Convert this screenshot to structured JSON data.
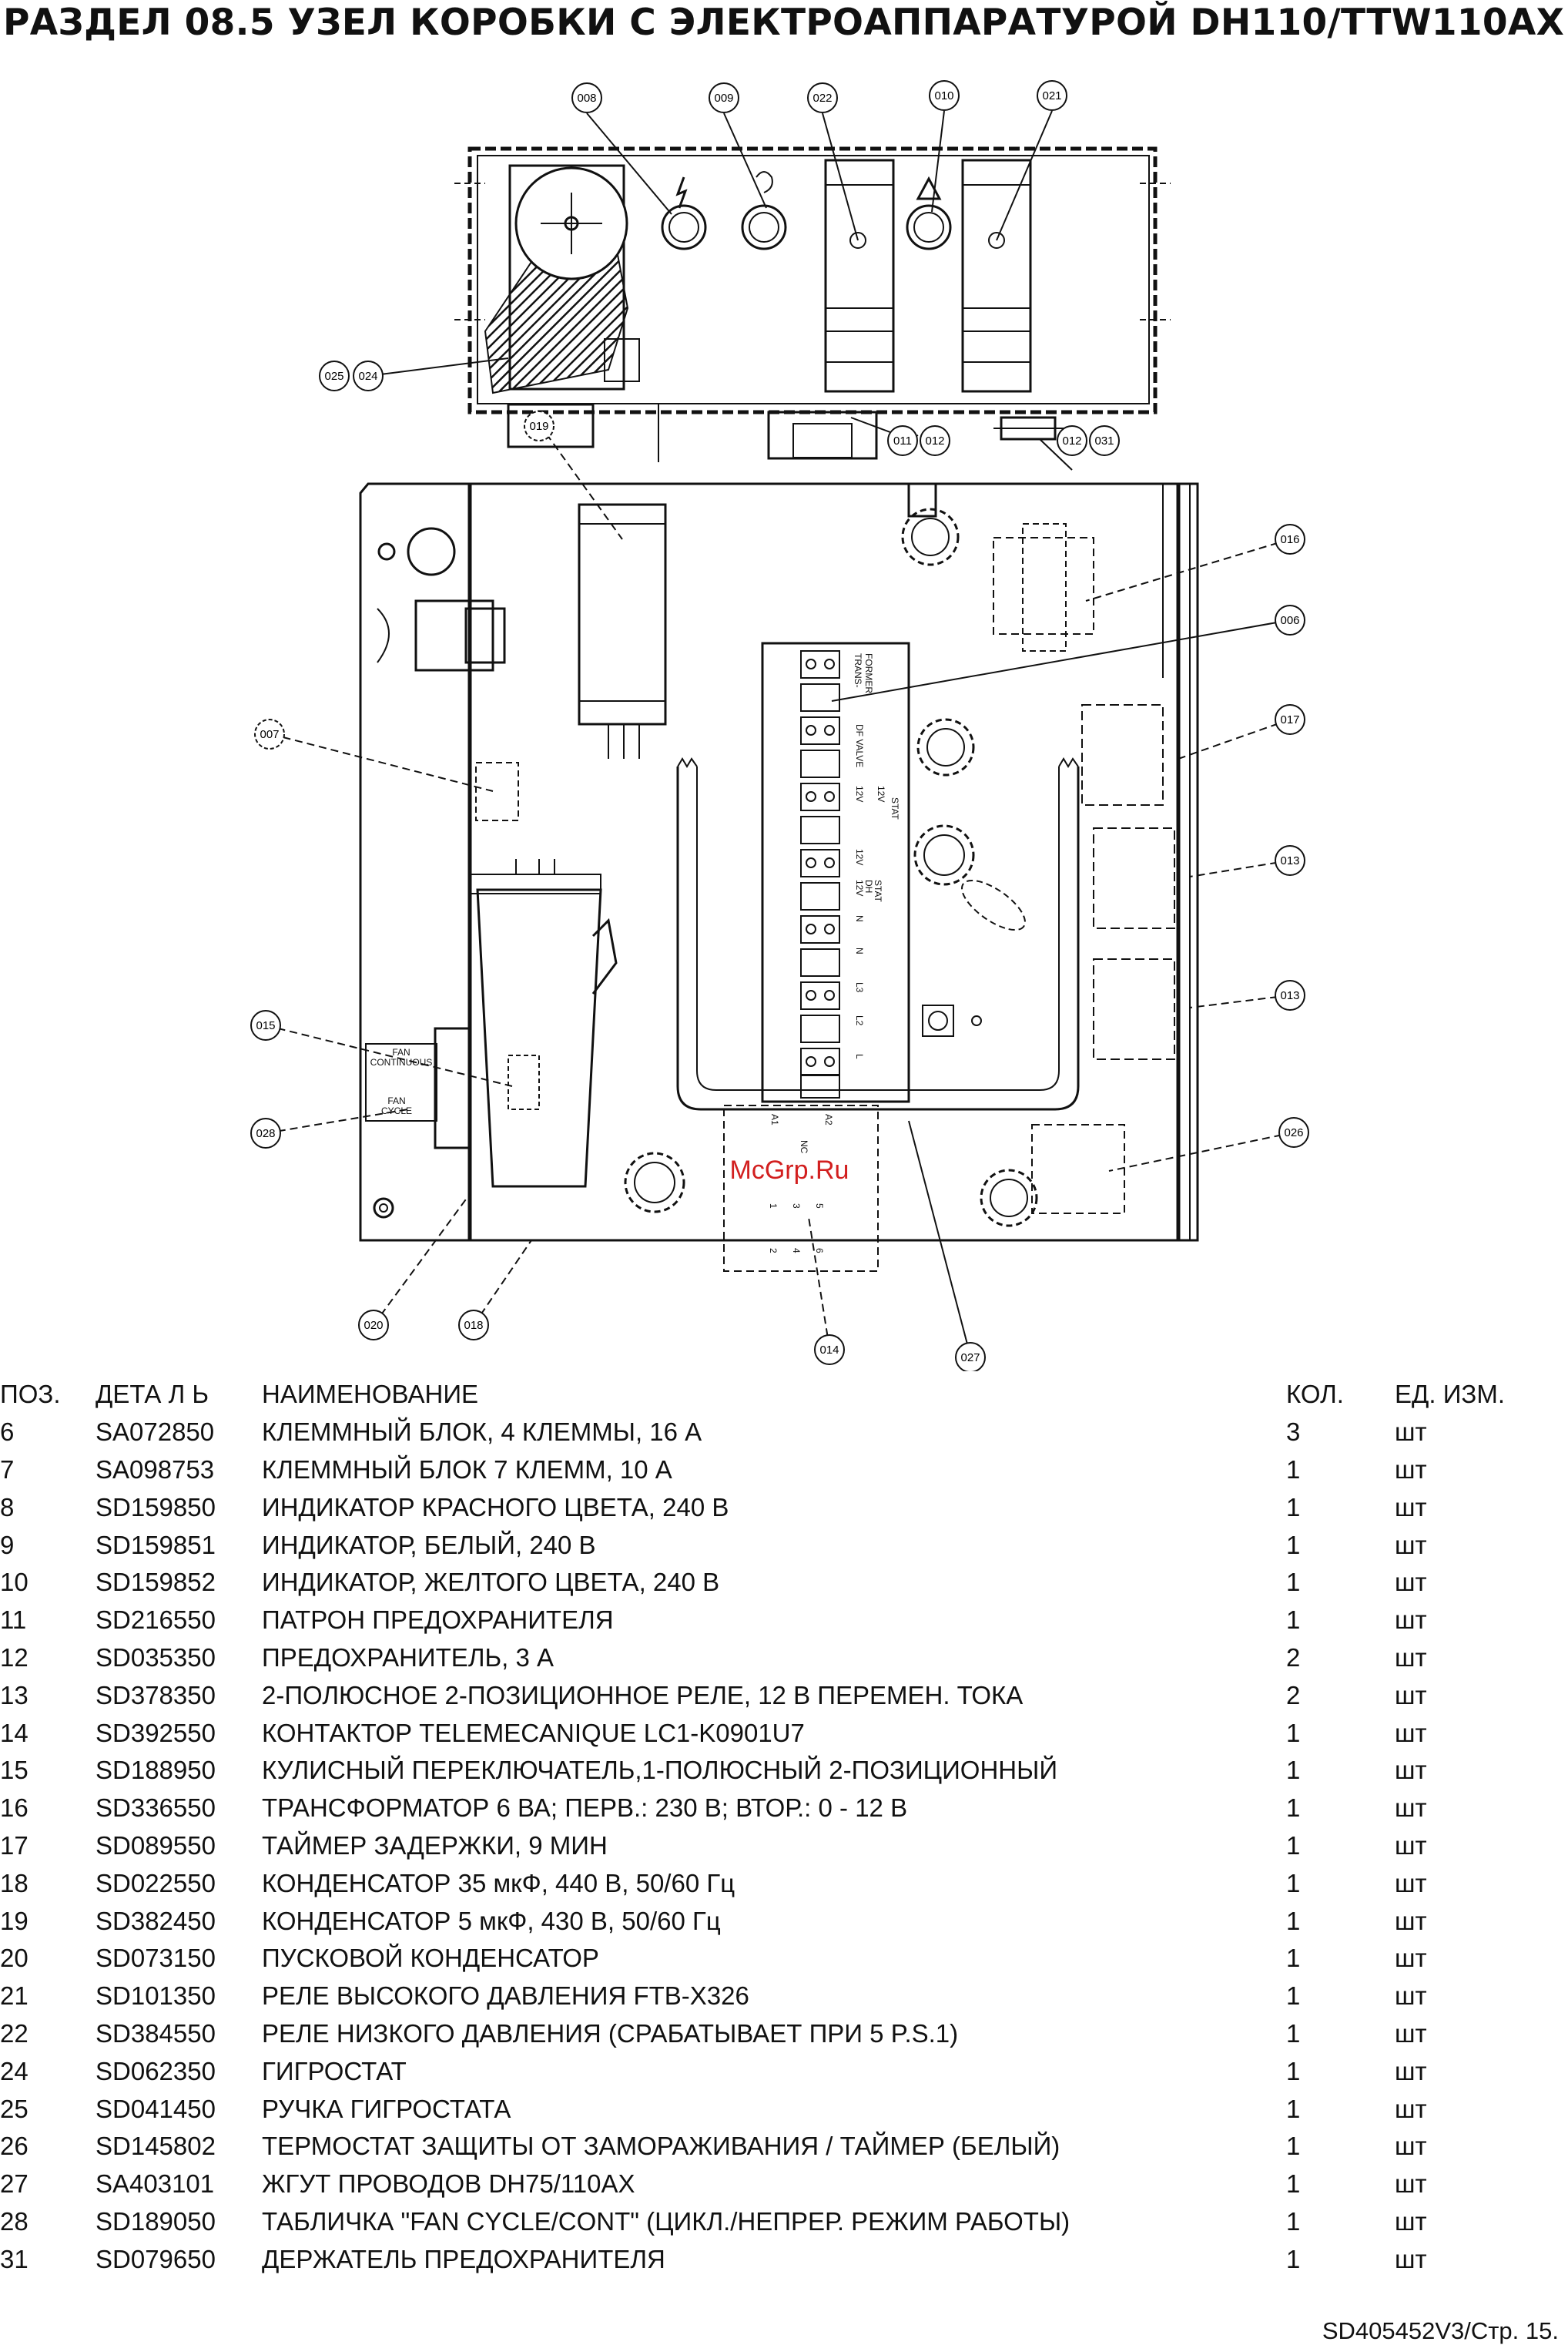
{
  "document": {
    "title": "РАЗДЕЛ 08.5 УЗЕЛ КОРОБКИ С ЭЛЕКТРОАППАРАТУРОЙ DH110/TTW110AX",
    "footer": "SD405452V3/Стр. 15."
  },
  "diagram": {
    "callouts": [
      "008",
      "009",
      "022",
      "010",
      "021",
      "025",
      "024",
      "019",
      "011",
      "012",
      "012",
      "031",
      "016",
      "006",
      "007",
      "017",
      "013",
      "013",
      "015",
      "028",
      "026",
      "020",
      "018",
      "014",
      "027"
    ],
    "terminal_labels": [
      "TRANS-",
      "FORMER",
      "DF VALVE",
      "12V",
      "12V",
      "STAT",
      "12V",
      "12V",
      "DH",
      "STAT",
      "N",
      "N",
      "L3",
      "L2",
      "L"
    ],
    "switch_labels": [
      "FAN",
      "CONTINUOUS",
      "FAN",
      "CYCLE"
    ],
    "contactor_labels": [
      "A1",
      "A2",
      "NC",
      "1",
      "3",
      "5",
      "2",
      "4",
      "6"
    ],
    "watermark": "McGrp.Ru"
  },
  "table": {
    "headers": [
      "ПОЗ.",
      "ДЕТА Л Ь",
      "НАИМЕНОВАНИЕ",
      "КОЛ.",
      "ЕД. ИЗМ."
    ],
    "rows": [
      {
        "pos": "6",
        "part": "SA072850",
        "name": "КЛЕММНЫЙ БЛОК, 4 КЛЕММЫ, 16 А",
        "qty": "3",
        "unit": "шт"
      },
      {
        "pos": "7",
        "part": "SA098753",
        "name": "КЛЕММНЫЙ БЛОК 7 КЛЕММ, 10 А",
        "qty": "1",
        "unit": "шт"
      },
      {
        "pos": "8",
        "part": "SD159850",
        "name": "ИНДИКАТОР КРАСНОГО ЦВЕТА, 240 В",
        "qty": "1",
        "unit": "шт"
      },
      {
        "pos": "9",
        "part": "SD159851",
        "name": "ИНДИКАТОР, БЕЛЫЙ, 240 В",
        "qty": "1",
        "unit": "шт"
      },
      {
        "pos": "10",
        "part": "SD159852",
        "name": "ИНДИКАТОР, ЖЕЛТОГО ЦВЕТА, 240 В",
        "qty": "1",
        "unit": "шт"
      },
      {
        "pos": "11",
        "part": "SD216550",
        "name": "ПАТРОН ПРЕДОХРАНИТЕЛЯ",
        "qty": "1",
        "unit": "шт"
      },
      {
        "pos": "12",
        "part": "SD035350",
        "name": "ПРЕДОХРАНИТЕЛЬ, 3 А",
        "qty": "2",
        "unit": "шт"
      },
      {
        "pos": "13",
        "part": "SD378350",
        "name": "2-ПОЛЮСНОЕ 2-ПОЗИЦИОННОЕ РЕЛЕ, 12 В ПЕРЕМЕН. ТОКА",
        "qty": "2",
        "unit": "шт"
      },
      {
        "pos": "14",
        "part": "SD392550",
        "name": "КОНТАКТОР TELEMECANIQUE LC1-K0901U7",
        "qty": "1",
        "unit": "шт"
      },
      {
        "pos": "15",
        "part": "SD188950",
        "name": "КУЛИСНЫЙ ПЕРЕКЛЮЧАТЕЛЬ,1-ПОЛЮСНЫЙ 2-ПОЗИЦИОННЫЙ",
        "qty": "1",
        "unit": "шт"
      },
      {
        "pos": "16",
        "part": "SD336550",
        "name": "ТРАНСФОРМАТОР 6 ВА; ПЕРВ.: 230 В; ВТОР.: 0 - 12 В",
        "qty": "1",
        "unit": "шт"
      },
      {
        "pos": "17",
        "part": "SD089550",
        "name": "ТАЙМЕР ЗАДЕРЖКИ, 9 МИН",
        "qty": "1",
        "unit": "шт"
      },
      {
        "pos": "18",
        "part": "SD022550",
        "name": "КОНДЕНСАТОР 35 мкФ, 440 В, 50/60 Гц",
        "qty": "1",
        "unit": "шт"
      },
      {
        "pos": "19",
        "part": "SD382450",
        "name": "КОНДЕНСАТОР 5 мкФ, 430 В, 50/60 Гц",
        "qty": "1",
        "unit": "шт"
      },
      {
        "pos": "20",
        "part": "SD073150",
        "name": "ПУСКОВОЙ КОНДЕНСАТОР",
        "qty": "1",
        "unit": "шт"
      },
      {
        "pos": "21",
        "part": "SD101350",
        "name": "РЕЛЕ ВЫСОКОГО ДАВЛЕНИЯ FTB-X326",
        "qty": "1",
        "unit": "шт"
      },
      {
        "pos": "22",
        "part": "SD384550",
        "name": "РЕЛЕ НИЗКОГО ДАВЛЕНИЯ (СРАБАТЫВАЕТ ПРИ 5 P.S.1)",
        "qty": "1",
        "unit": "шт"
      },
      {
        "pos": "24",
        "part": "SD062350",
        "name": "ГИГРОСТАТ",
        "qty": "1",
        "unit": "шт"
      },
      {
        "pos": "25",
        "part": "SD041450",
        "name": "РУЧКА ГИГРОСТАТА",
        "qty": "1",
        "unit": "шт"
      },
      {
        "pos": "26",
        "part": "SD145802",
        "name": "ТЕРМОСТАТ ЗАЩИТЫ ОТ ЗАМОРАЖИВАНИЯ / ТАЙМЕР (БЕЛЫЙ)",
        "qty": "1",
        "unit": "шт"
      },
      {
        "pos": "27",
        "part": "SA403101",
        "name": "ЖГУТ ПРОВОДОВ DH75/110AX",
        "qty": "1",
        "unit": "шт"
      },
      {
        "pos": "28",
        "part": "SD189050",
        "name": "ТАБЛИЧКА \"FAN CYCLE/CONT\" (ЦИКЛ./НЕПРЕР. РЕЖИМ РАБОТЫ)",
        "qty": "1",
        "unit": "шт"
      },
      {
        "pos": "31",
        "part": "SD079650",
        "name": "ДЕРЖАТЕЛЬ ПРЕДОХРАНИТЕЛЯ",
        "qty": "1",
        "unit": "шт"
      }
    ]
  }
}
